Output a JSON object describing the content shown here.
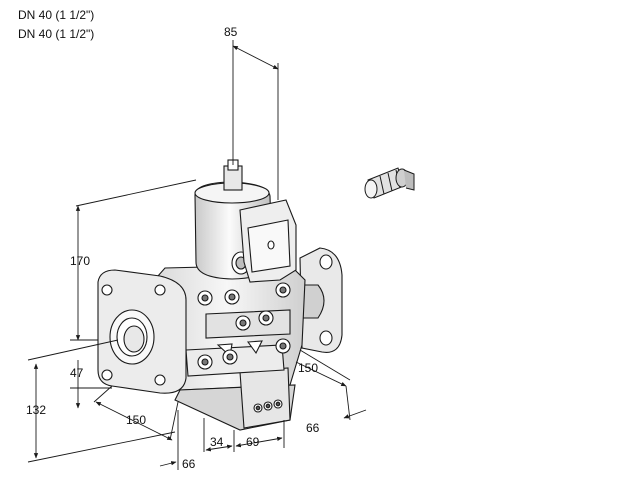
{
  "header": {
    "line1": "DN 40 (1 1/2\")",
    "line2": "DN 40 (1 1/2\")"
  },
  "dimensions": {
    "top_width": "85",
    "height_total": "170",
    "height_lower": "47",
    "height_base": "132",
    "depth_left": "150",
    "depth_right": "150",
    "base_66_left": "66",
    "base_34": "34",
    "base_69": "69",
    "base_66_right": "66"
  },
  "colors": {
    "line": "#1a1a1a",
    "body_fill": "#f2f2f2",
    "shade": "#bdbdbd",
    "dark": "#6a6a6a"
  }
}
